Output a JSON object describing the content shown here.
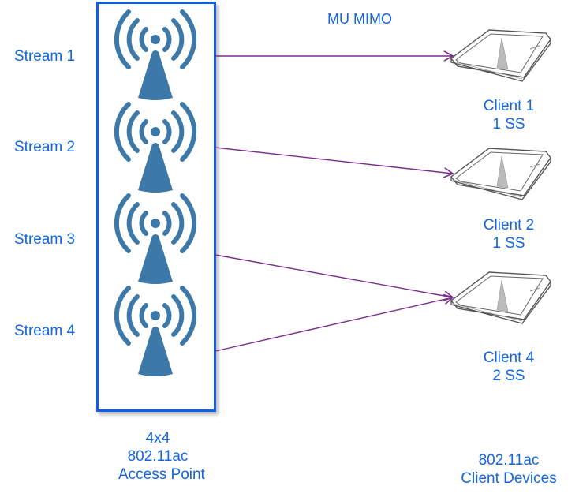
{
  "title": "MU MIMO",
  "colors": {
    "label": "#1466e0",
    "box": "#0d5fe8",
    "antenna": "#3d79a8",
    "arrow": "#7b2d8e"
  },
  "streams": [
    {
      "label": "Stream 1",
      "target": 0
    },
    {
      "label": "Stream 2",
      "target": 1
    },
    {
      "label": "Stream 3",
      "target": 2
    },
    {
      "label": "Stream 4",
      "target": 2
    }
  ],
  "access_point": {
    "icon": "wifi-antenna-icon",
    "lines": [
      "4x4",
      "802.11ac",
      "Access Point"
    ]
  },
  "clients": [
    {
      "icon": "tablet-icon",
      "name": "Client 1",
      "streams": "1 SS"
    },
    {
      "icon": "tablet-icon",
      "name": "Client 2",
      "streams": "1 SS"
    },
    {
      "icon": "tablet-icon",
      "name": "Client 4",
      "streams": "2 SS"
    }
  ],
  "client_devices": {
    "lines": [
      "802.11ac",
      "Client Devices"
    ]
  }
}
